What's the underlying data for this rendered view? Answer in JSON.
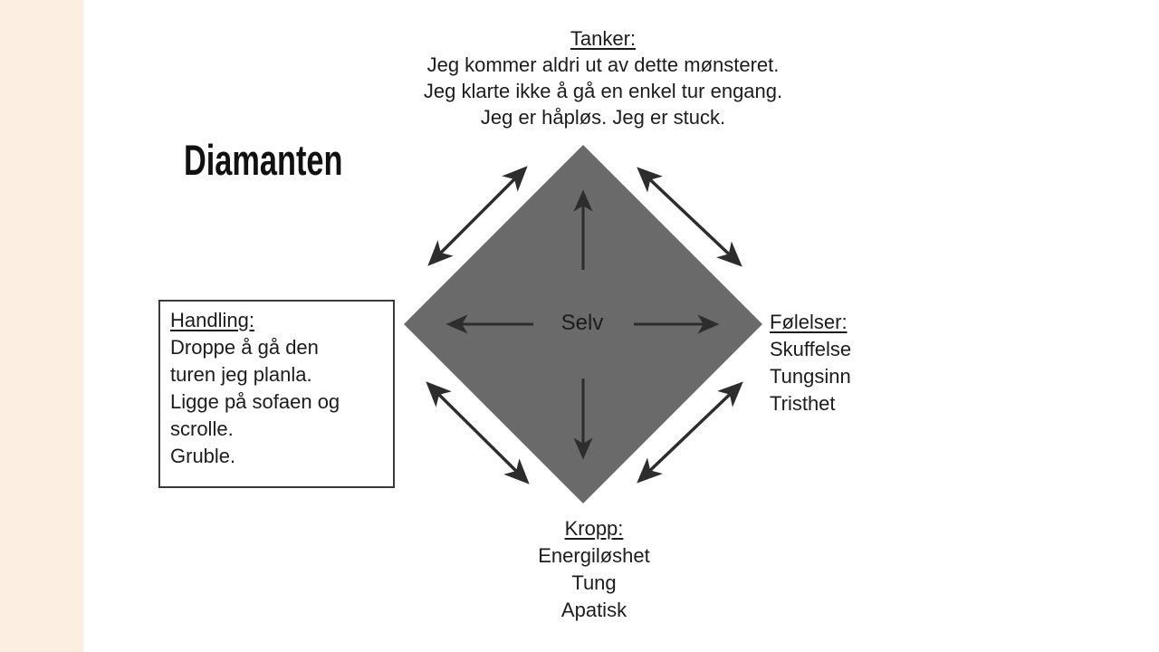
{
  "page": {
    "title": "Diamanten",
    "background_color": "#ffffff",
    "stripe_color": "#fdeee2",
    "text_color": "#1c1c1c"
  },
  "diagram": {
    "center_label": "Selv",
    "diamond_color": "#6a6a6a",
    "arrow_color": "#2d2d2d",
    "box_border_color": "#3a3a3a",
    "nodes": {
      "top": {
        "heading": "Tanker:",
        "lines": [
          "Jeg kommer aldri ut av dette mønsteret.",
          "Jeg klarte ikke å gå en enkel tur engang.",
          "Jeg er håpløs. Jeg er stuck."
        ]
      },
      "left": {
        "heading": "Handling:",
        "lines": [
          "Droppe å gå den",
          "turen jeg planla.",
          "Ligge på sofaen og",
          "scrolle.",
          "Gruble."
        ]
      },
      "right": {
        "heading": "Følelser:",
        "lines": [
          "Skuffelse",
          "Tungsinn",
          "Tristhet"
        ]
      },
      "bottom": {
        "heading": "Kropp:",
        "lines": [
          "Energiløshet",
          "Tung",
          "Apatisk"
        ]
      }
    }
  }
}
